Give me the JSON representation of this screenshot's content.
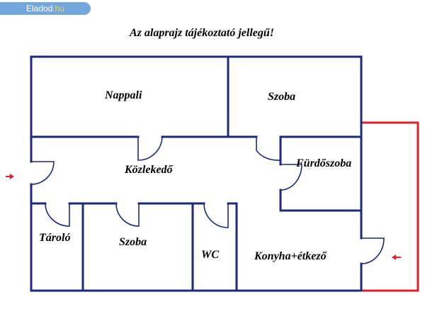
{
  "badge": {
    "site": "Eladod",
    "tld": ".hu"
  },
  "title": "Az alaprajz tájékoztató jellegű!",
  "rooms": {
    "nappali": "Nappali",
    "szoba_top": "Szoba",
    "kozlekedo": "Közlekedő",
    "furdoszoba": "Fürdőszoba",
    "tarolo": "Tároló",
    "szoba_bottom": "Szoba",
    "wc": "WC",
    "konyha": "Konyha+étkező"
  },
  "colors": {
    "wall": "#1b2a7a",
    "outline": "#e0202a",
    "badge": "#74a8dc"
  },
  "icons": {
    "entrance_left": "arrow-right-icon",
    "entrance_right": "arrow-left-icon"
  }
}
